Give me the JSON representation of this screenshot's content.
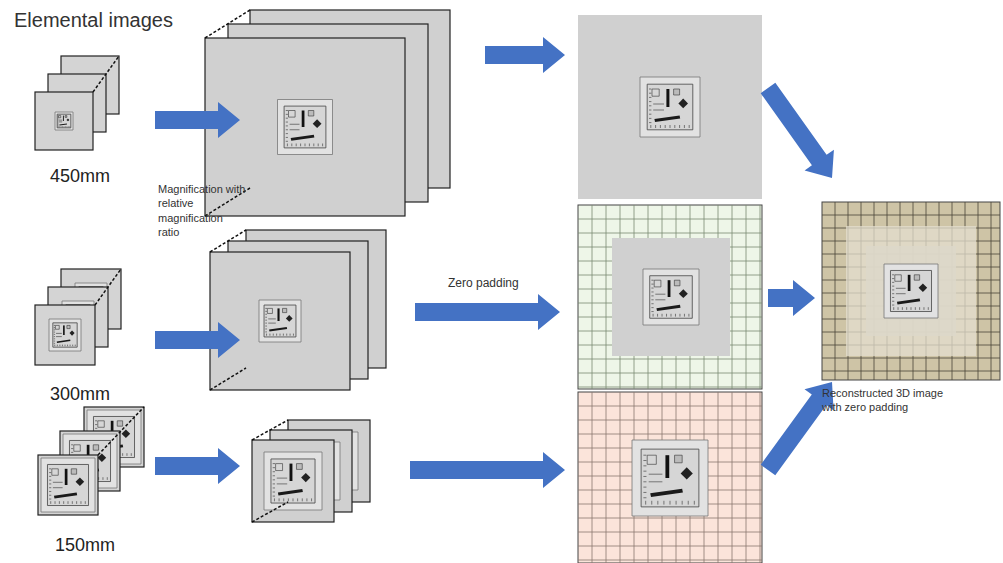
{
  "diagram": {
    "nodes": [
      {
        "text": [
          "450mm"
        ]
      },
      {
        "text": [
          "300mm"
        ]
      },
      {
        "text": [
          "150mm"
        ]
      },
      {
        "text": [
          "Reconstructed 3D image with zero padding"
        ]
      }
    ],
    "labels": [
      "Elemental images",
      "Magnification with relative magnification ratio",
      "Zero padding"
    ]
  }
}
